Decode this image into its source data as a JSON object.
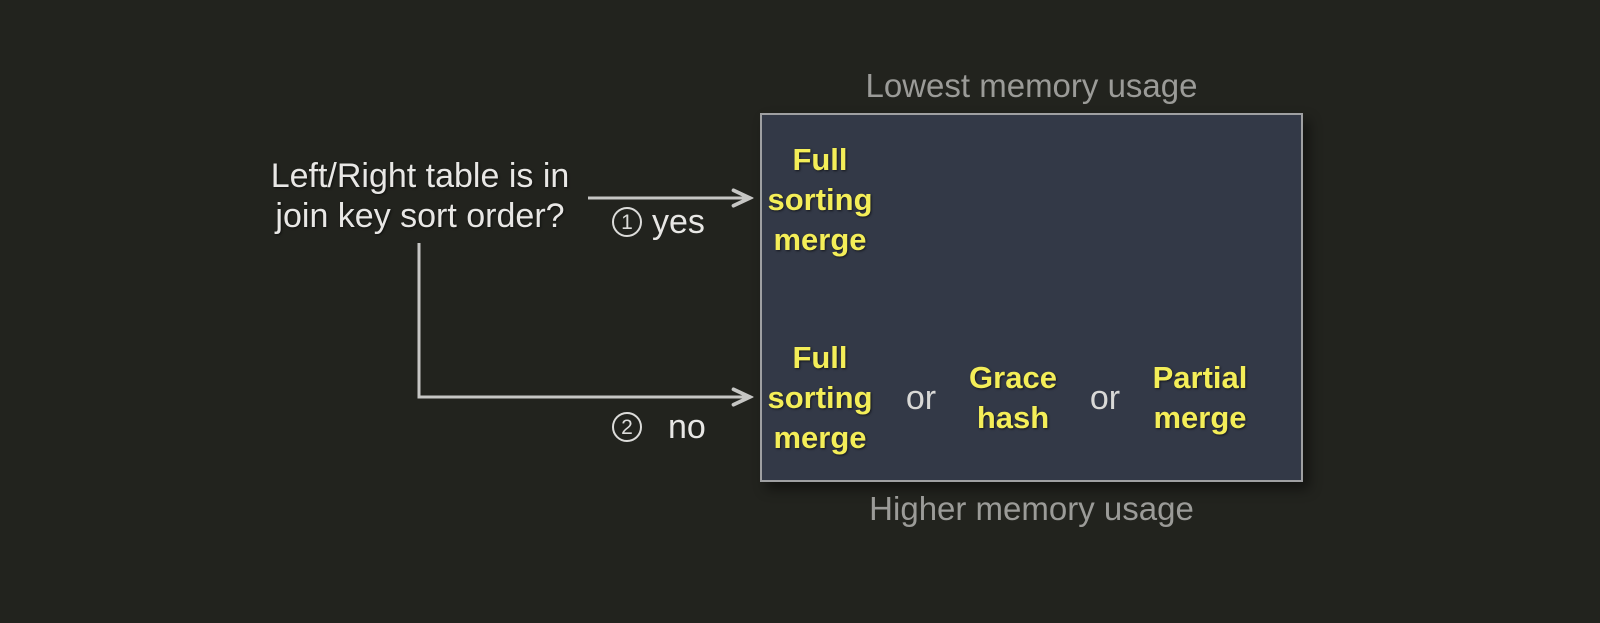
{
  "question": {
    "line1": "Left/Right table is in",
    "line2": "join key sort order?"
  },
  "branches": [
    {
      "number": "1",
      "label": "yes"
    },
    {
      "number": "2",
      "label": "no"
    }
  ],
  "captions": {
    "top": "Lowest memory usage",
    "bottom": "Higher memory usage"
  },
  "algorithms": {
    "or_label": "or",
    "sorted": {
      "line1": "Full",
      "line2": "sorting",
      "line3": "merge"
    },
    "unsorted": [
      {
        "line1": "Full",
        "line2": "sorting",
        "line3": "merge"
      },
      {
        "line1": "Grace",
        "line2": "hash"
      },
      {
        "line1": "Partial",
        "line2": "merge"
      }
    ]
  },
  "colors": {
    "background": "#22231e",
    "box_fill": "#333947",
    "box_border": "#9fa0a2",
    "algorithm_yellow": "#f4ee58",
    "caption_gray": "#9b9b98",
    "text_white": "#e8e7e5",
    "line_gray": "#c6c6c4"
  }
}
